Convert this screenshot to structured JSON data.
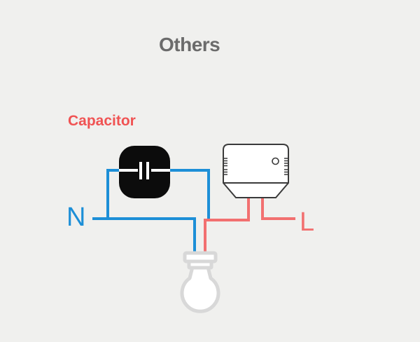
{
  "title": "Others",
  "diagram": {
    "capacitor_label": "Capacitor",
    "neutral_label": "N",
    "live_label": "L",
    "components": [
      "capacitor",
      "smart-switch-module",
      "light-bulb"
    ]
  },
  "colors": {
    "background": "#f0f0ee",
    "neutral_blue": "#1d8fd7",
    "live_red": "#f27070",
    "label_red": "#f05353",
    "title_gray": "#6b6b6b",
    "device_outline": "#3b3b3b",
    "bulb_outline": "#d8d8d8",
    "capacitor_black": "#0c0c0c"
  }
}
